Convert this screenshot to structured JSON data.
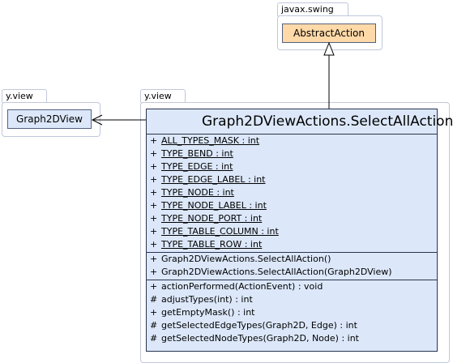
{
  "packages": {
    "swing": {
      "name": "javax.swing"
    },
    "yview_left": {
      "name": "y.view"
    },
    "yview_main": {
      "name": "y.view"
    }
  },
  "classes": {
    "abstract_action": {
      "name": "AbstractAction",
      "fill": "#ffd9a8"
    },
    "graph2dview": {
      "name": "Graph2DView",
      "fill": "#dce8fa"
    },
    "main": {
      "name": "Graph2DViewActions.SelectAllAction",
      "fill": "#dce8fa"
    }
  },
  "fields": [
    {
      "vis": "+",
      "text": "ALL_TYPES_MASK : int",
      "static": true
    },
    {
      "vis": "+",
      "text": "TYPE_BEND : int",
      "static": true
    },
    {
      "vis": "+",
      "text": "TYPE_EDGE : int",
      "static": true
    },
    {
      "vis": "+",
      "text": "TYPE_EDGE_LABEL : int",
      "static": true
    },
    {
      "vis": "+",
      "text": "TYPE_NODE : int",
      "static": true
    },
    {
      "vis": "+",
      "text": "TYPE_NODE_LABEL : int",
      "static": true
    },
    {
      "vis": "+",
      "text": "TYPE_NODE_PORT : int",
      "static": true
    },
    {
      "vis": "+",
      "text": "TYPE_TABLE_COLUMN : int",
      "static": true
    },
    {
      "vis": "+",
      "text": "TYPE_TABLE_ROW : int",
      "static": true
    }
  ],
  "constructors": [
    {
      "vis": "+",
      "text": "Graph2DViewActions.SelectAllAction()"
    },
    {
      "vis": "+",
      "text": "Graph2DViewActions.SelectAllAction(Graph2DView)"
    }
  ],
  "methods": [
    {
      "vis": "+",
      "text": "actionPerformed(ActionEvent) : void"
    },
    {
      "vis": "#",
      "text": "adjustTypes(int) : int"
    },
    {
      "vis": "+",
      "text": "getEmptyMask() : int"
    },
    {
      "vis": "#",
      "text": "getSelectedEdgeTypes(Graph2D, Edge) : int"
    },
    {
      "vis": "#",
      "text": "getSelectedNodeTypes(Graph2D, Node) : int"
    }
  ],
  "relations": [
    {
      "type": "generalization",
      "from": "Graph2DViewActions.SelectAllAction",
      "to": "AbstractAction"
    },
    {
      "type": "association",
      "from": "Graph2DViewActions.SelectAllAction",
      "to": "Graph2DView"
    }
  ]
}
